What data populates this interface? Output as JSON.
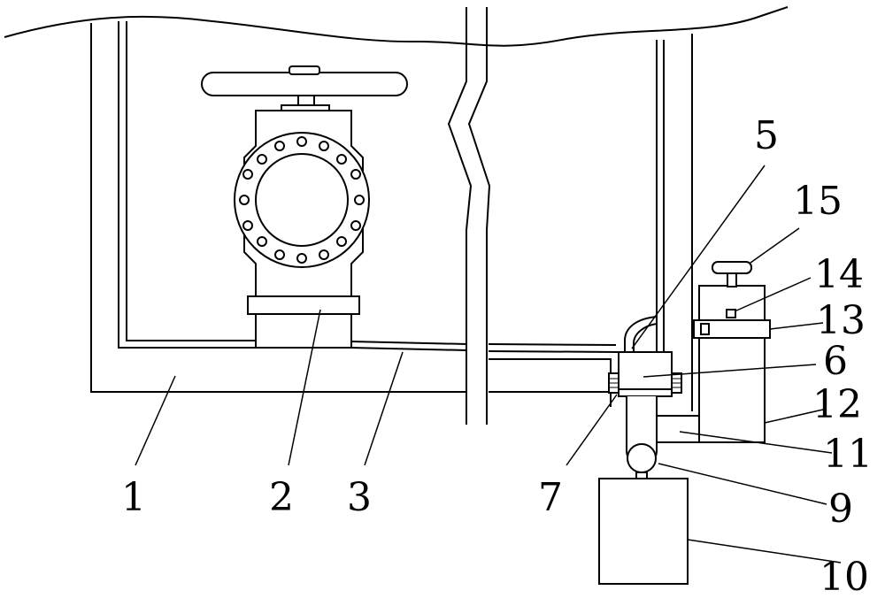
{
  "labels": {
    "n1": "1",
    "n2": "2",
    "n3": "3",
    "n5": "5",
    "n6": "6",
    "n7": "7",
    "n9": "9",
    "n10": "10",
    "n11": "11",
    "n12": "12",
    "n13": "13",
    "n14": "14",
    "n15": "15"
  },
  "colors": {
    "stroke": "#000000",
    "background": "#ffffff"
  }
}
